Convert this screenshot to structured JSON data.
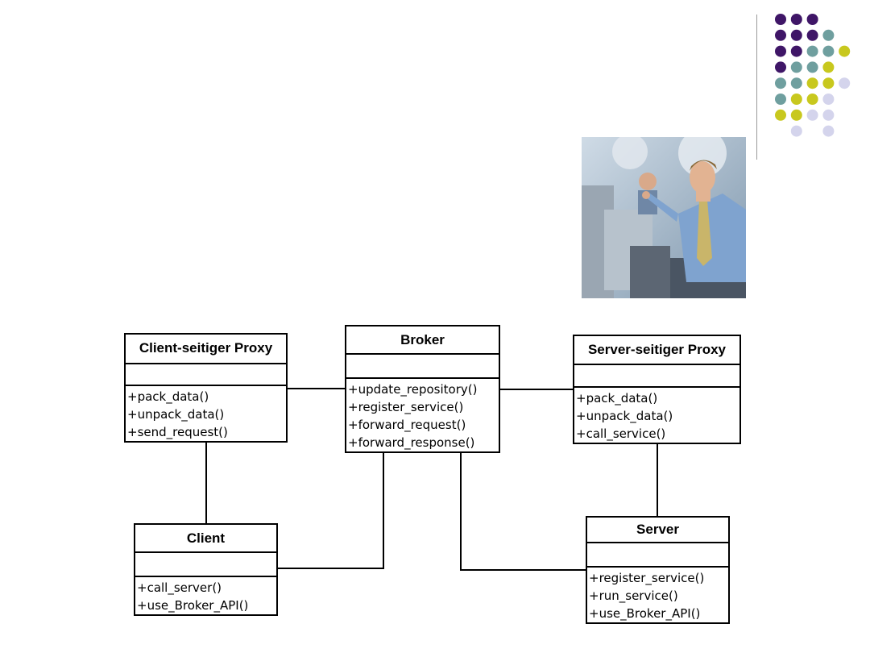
{
  "decor": {
    "colors": {
      "purple": "#3f1667",
      "teal": "#6f9f9f",
      "lime": "#c8c81e",
      "lavender": "#d4d4ec"
    },
    "dot_grid": [
      [
        "purple",
        "purple",
        "purple",
        null,
        null
      ],
      [
        "purple",
        "purple",
        "purple",
        "teal",
        null
      ],
      [
        "purple",
        "purple",
        "teal",
        "teal",
        "lime"
      ],
      [
        "purple",
        "teal",
        "teal",
        "lime",
        null
      ],
      [
        "teal",
        "teal",
        "lime",
        "lime",
        "lavender"
      ],
      [
        "teal",
        "lime",
        "lime",
        "lavender",
        null
      ],
      [
        "lime",
        "lime",
        "lavender",
        "lavender",
        null
      ],
      [
        null,
        "lavender",
        null,
        "lavender",
        null
      ]
    ],
    "photo_icon": "photo-office-man-pointing"
  },
  "diagram": {
    "classes": [
      {
        "id": "client-proxy",
        "name": "Client-seitiger Proxy",
        "attributes": [],
        "operations": [
          "+pack_data()",
          "+unpack_data()",
          "+send_request()"
        ]
      },
      {
        "id": "broker",
        "name": "Broker",
        "attributes": [],
        "operations": [
          "+update_repository()",
          "+register_service()",
          "+forward_request()",
          "+forward_response()"
        ]
      },
      {
        "id": "server-proxy",
        "name": "Server-seitiger Proxy",
        "attributes": [],
        "operations": [
          "+pack_data()",
          "+unpack_data()",
          "+call_service()"
        ]
      },
      {
        "id": "client",
        "name": "Client",
        "attributes": [],
        "operations": [
          "+call_server()",
          "+use_Broker_API()"
        ]
      },
      {
        "id": "server",
        "name": "Server",
        "attributes": [],
        "operations": [
          "+register_service()",
          "+run_service()",
          "+use_Broker_API()"
        ]
      }
    ],
    "associations": [
      [
        "client-proxy",
        "broker"
      ],
      [
        "broker",
        "server-proxy"
      ],
      [
        "client-proxy",
        "client"
      ],
      [
        "server-proxy",
        "server"
      ],
      [
        "client",
        "broker"
      ],
      [
        "broker",
        "server"
      ]
    ]
  }
}
